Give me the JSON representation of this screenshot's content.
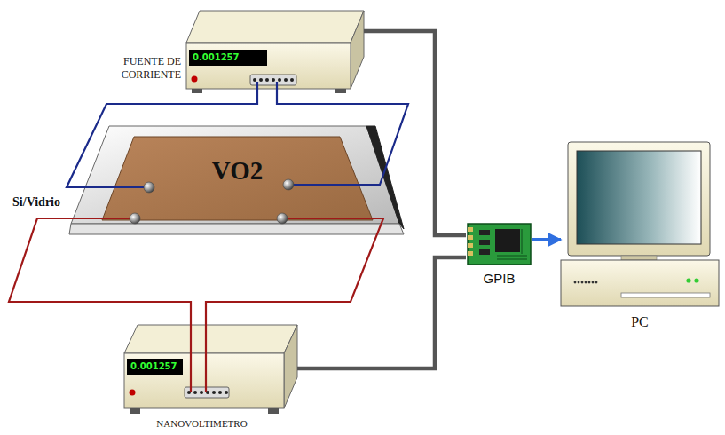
{
  "diagram": {
    "nodes": [
      {
        "text": [
          "FUENTE DE CORRIENTE",
          "0.001257"
        ]
      },
      {
        "text": [
          "Si/Vidrio"
        ]
      },
      {
        "text": [
          "VO2"
        ],
        "in": 1
      },
      {
        "text": [
          "0.001257",
          "NANOVOLTIMETRO"
        ]
      },
      {
        "text": [
          "GPIB"
        ]
      },
      {
        "text": [
          "PC"
        ]
      }
    ],
    "edges": [
      {
        "from": 0,
        "to": 2,
        "arrow": "none"
      },
      {
        "from": 0,
        "to": 2,
        "arrow": "none"
      },
      {
        "from": 2,
        "to": 3,
        "arrow": "none"
      },
      {
        "from": 2,
        "to": 3,
        "arrow": "none"
      },
      {
        "from": 0,
        "to": 4,
        "arrow": "none"
      },
      {
        "from": 3,
        "to": 4,
        "arrow": "none"
      },
      {
        "from": 4,
        "to": 5,
        "arrow": "to"
      }
    ]
  }
}
